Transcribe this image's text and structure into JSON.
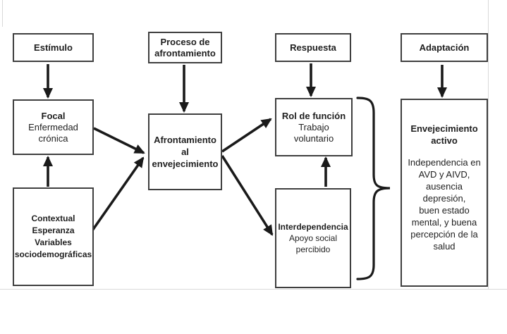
{
  "diagram": {
    "headers": {
      "estimulo": "Estímulo",
      "proceso": "Proceso de afrontamiento",
      "respuesta": "Respuesta",
      "adaptacion": "Adaptación"
    },
    "boxes": {
      "focal": {
        "title": "Focal",
        "body": "Enfermedad\ncrónica"
      },
      "contextual": {
        "title": "Contextual\nEsperanza\nVariables\nsociodemográficas"
      },
      "afrontamiento": {
        "title": "Afrontamiento\nal\nenvejecimiento"
      },
      "rol": {
        "title": "Rol de función",
        "body": "Trabajo\nvoluntario"
      },
      "interdependencia": {
        "title": "Interdependencia",
        "body": "Apoyo social\npercibido"
      },
      "envejecimiento": {
        "title": "Envejecimiento\nactivo",
        "body": "Independencia en\nAVD y AIVD,\nausencia\ndepresión,\nbuen estado\nmental,  y buena\npercepción de la\nsalud"
      }
    },
    "colors": {
      "box_border": "#3f3f3f",
      "arrow": "#1a1a1a",
      "text": "#1f1f1f",
      "faint_edge": "#d9d9d9"
    }
  }
}
